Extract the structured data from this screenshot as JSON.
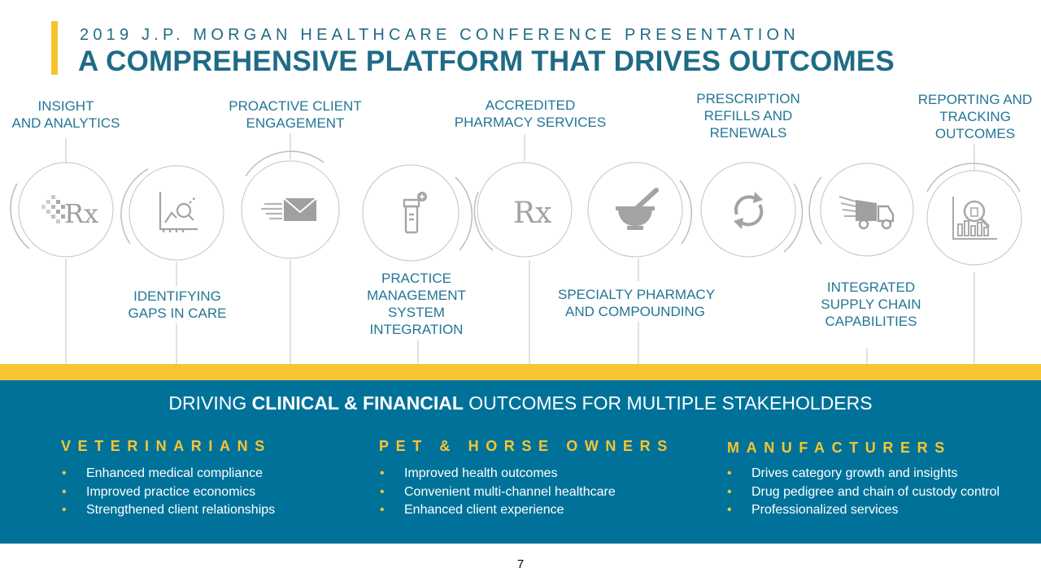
{
  "header": {
    "supertitle": "2019 J.P. MORGAN HEALTHCARE CONFERENCE PRESENTATION",
    "title": "A COMPREHENSIVE PLATFORM THAT DRIVES OUTCOMES"
  },
  "top_labels": [
    {
      "lines": [
        "INSIGHT",
        "AND ANALYTICS"
      ]
    },
    {
      "lines": [
        "PROACTIVE CLIENT",
        "ENGAGEMENT"
      ]
    },
    {
      "lines": [
        "ACCREDITED",
        "PHARMACY SERVICES"
      ]
    },
    {
      "lines": [
        "PRESCRIPTION",
        "REFILLS AND",
        "RENEWALS"
      ]
    },
    {
      "lines": [
        "REPORTING AND",
        "TRACKING",
        "OUTCOMES"
      ]
    }
  ],
  "bottom_labels": [
    {
      "lines": [
        "IDENTIFYING",
        "GAPS IN CARE"
      ]
    },
    {
      "lines": [
        "PRACTICE",
        "MANAGEMENT",
        "SYSTEM",
        "INTEGRATION"
      ]
    },
    {
      "lines": [
        "SPECIALTY PHARMACY",
        "AND COMPOUNDING"
      ]
    },
    {
      "lines": [
        "INTEGRATED",
        "SUPPLY CHAIN",
        "CAPABILITIES"
      ]
    }
  ],
  "icons": [
    {
      "name": "pixel-rx-icon",
      "text": "Rx"
    },
    {
      "name": "magnifier-chart-icon"
    },
    {
      "name": "envelope-icon"
    },
    {
      "name": "pill-bottle-icon"
    },
    {
      "name": "rx-symbol-icon",
      "text": "Rx"
    },
    {
      "name": "mortar-pestle-icon"
    },
    {
      "name": "refresh-cycle-icon"
    },
    {
      "name": "delivery-truck-icon"
    },
    {
      "name": "report-magnifier-icon"
    }
  ],
  "banner": {
    "prefix": "DRIVING ",
    "emphasis": "CLINICAL & FINANCIAL",
    "suffix": " OUTCOMES FOR MULTIPLE STAKEHOLDERS"
  },
  "stakeholders": [
    {
      "title": "VETERINARIANS",
      "items": [
        "Enhanced medical compliance",
        "Improved practice economics",
        "Strengthened client relationships"
      ]
    },
    {
      "title": "PET & HORSE OWNERS",
      "items": [
        "Improved health outcomes",
        "Convenient multi-channel healthcare",
        "Enhanced client experience"
      ]
    },
    {
      "title": "MANUFACTURERS",
      "items": [
        "Drives category growth and insights",
        "Drug pedigree and chain of custody control",
        "Professionalized services"
      ]
    }
  ],
  "page_number": "7",
  "colors": {
    "primary_blue": "#1f6b86",
    "label_blue": "#237694",
    "panel_blue": "#00729a",
    "accent_yellow": "#f7c531",
    "circle_gray": "#c3c3c3",
    "icon_gray": "#9e9e9e"
  }
}
